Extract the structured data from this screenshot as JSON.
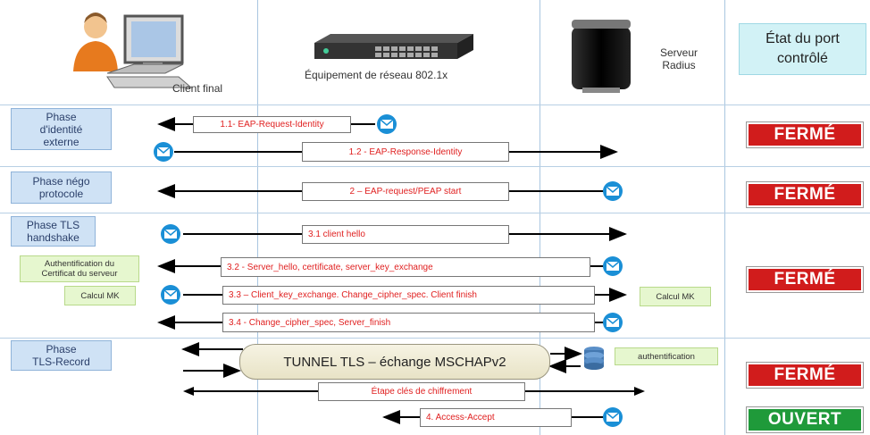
{
  "actors": {
    "client": "Client final",
    "device": "Équipement de réseau 802.1x",
    "server_line1": "Serveur",
    "server_line2": "Radius"
  },
  "state_title": {
    "line1": "État du port",
    "line2": "contrôlé"
  },
  "phases": {
    "identity": [
      "Phase",
      "d'identité",
      "externe"
    ],
    "nego": [
      "Phase négo",
      "protocole"
    ],
    "tls_handshake": [
      "Phase TLS",
      "handshake"
    ],
    "tls_record": [
      "Phase",
      "TLS-Record"
    ]
  },
  "messages": {
    "m11": "1.1- EAP-Request-Identity",
    "m12": "1.2 - EAP-Response-Identity",
    "m2": "2 – EAP-request/PEAP start",
    "m31": "3.1 client hello",
    "m32": "3.2 - Server_hello, certificate, server_key_exchange",
    "m33": "3.3 – Client_key_exchange. Change_cipher_spec. Client finish",
    "m34": "3.4 - Change_cipher_spec, Server_finish",
    "keys": "Étape clés de chiffrement",
    "m4": "4. Access-Accept"
  },
  "notes": {
    "auth_cert": [
      "Authentification du",
      "Certificat du serveur"
    ],
    "calc_mk_client": "Calcul MK",
    "calc_mk_server": "Calcul MK",
    "authentification": "authentification"
  },
  "tunnel": "TUNNEL TLS – échange MSCHAPv2",
  "states": {
    "s1": "FERMÉ",
    "s2": "FERMÉ",
    "s3": "FERMÉ",
    "s4": "FERMÉ",
    "s5": "OUVERT"
  },
  "colors": {
    "closed": "#d11c1c",
    "open": "#1f9a3a",
    "message_text": "#e02020",
    "phase_fill": "#cfe2f5",
    "note_fill": "#e6f7cf",
    "envelope": "#1a8fd6"
  },
  "icons": [
    "user-computer-icon",
    "network-switch-icon",
    "server-tower-icon",
    "envelope-icon",
    "database-icon"
  ]
}
